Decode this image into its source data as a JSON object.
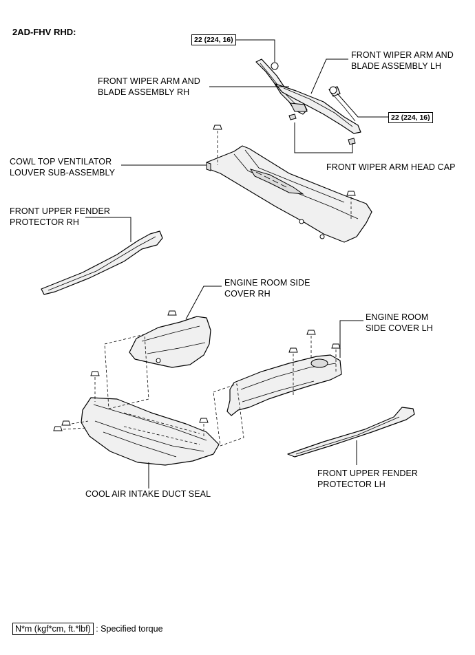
{
  "heading": "2AD-FHV RHD:",
  "torque_specs": {
    "upper": "22 (224, 16)",
    "right": "22 (224, 16)"
  },
  "labels": {
    "wiper_rh": "FRONT WIPER ARM AND\nBLADE ASSEMBLY RH",
    "wiper_lh": "FRONT WIPER ARM AND\nBLADE ASSEMBLY LH",
    "head_cap": "FRONT WIPER ARM HEAD CAP",
    "cowl": "COWL TOP VENTILATOR\nLOUVER SUB-ASSEMBLY",
    "fender_rh": "FRONT UPPER FENDER\nPROTECTOR RH",
    "engine_rh": "ENGINE ROOM SIDE\nCOVER RH",
    "engine_lh": "ENGINE ROOM\nSIDE COVER LH",
    "fender_lh": "FRONT UPPER FENDER\nPROTECTOR LH",
    "duct_seal": "COOL AIR INTAKE DUCT SEAL"
  },
  "legend": {
    "unit": "N*m (kgf*cm, ft.*lbf)",
    "text": ": Specified torque"
  }
}
